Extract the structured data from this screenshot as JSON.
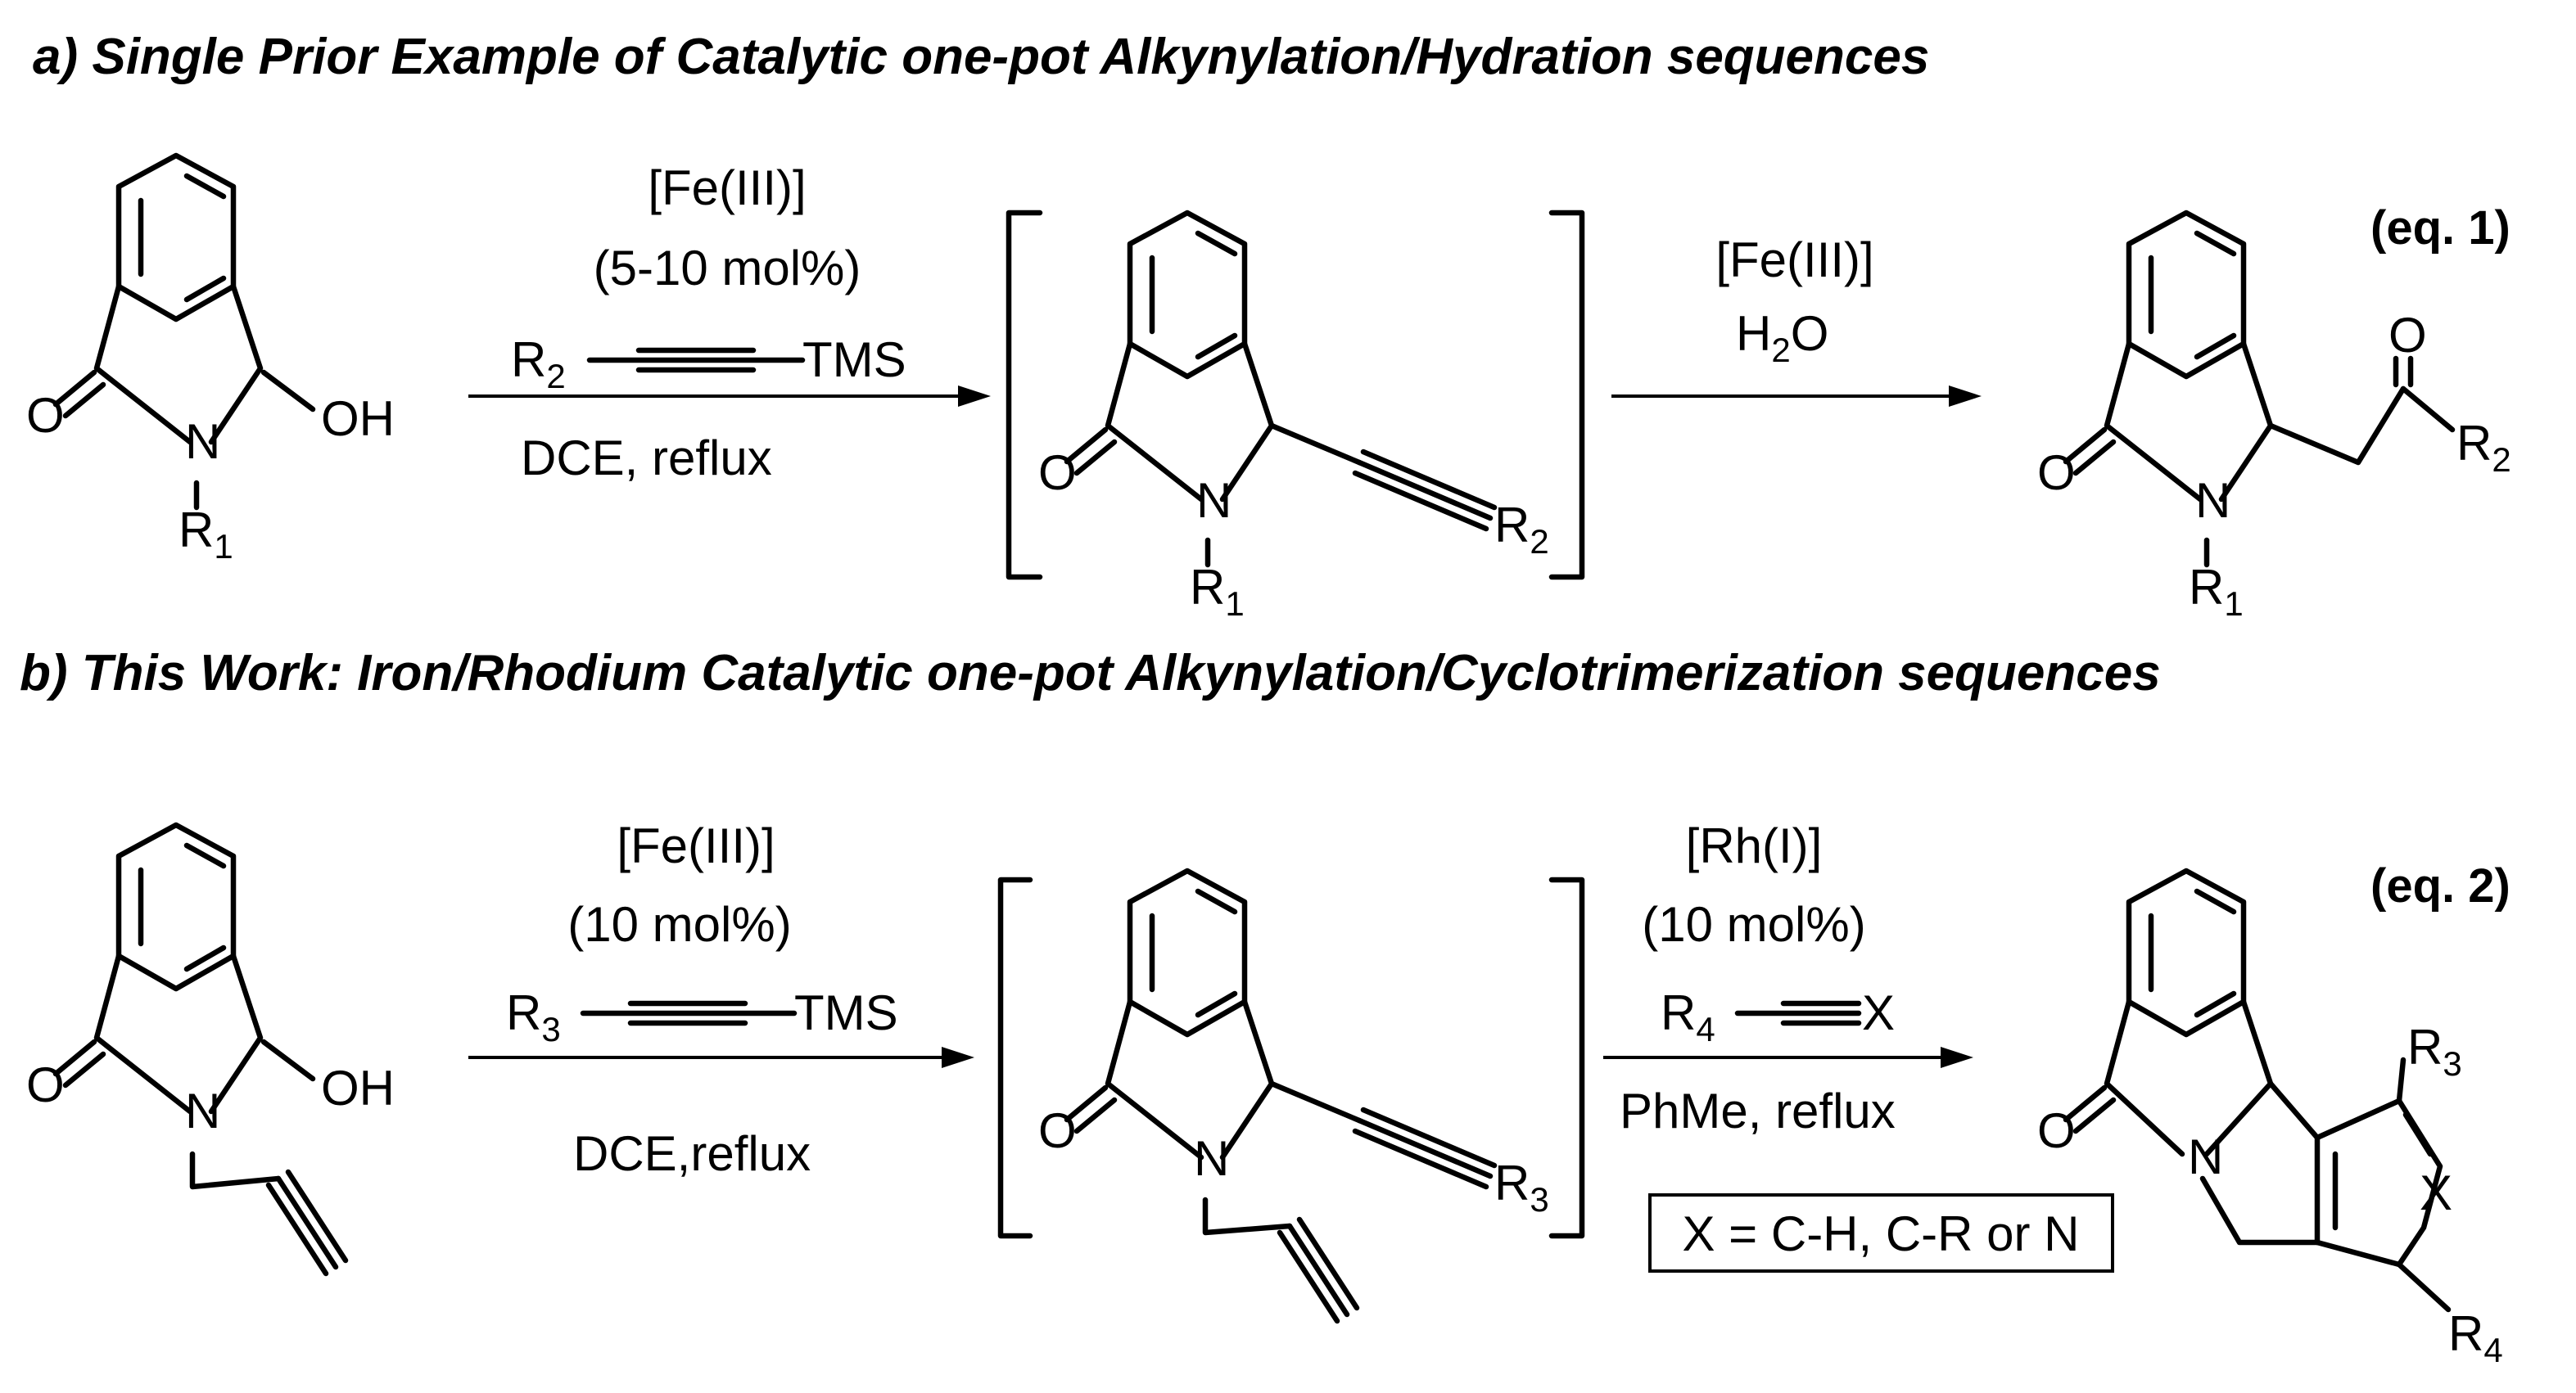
{
  "section_a": {
    "title": "a) Single Prior Example of Catalytic  one-pot Alkynylation/Hydration sequences",
    "eq_label": "(eq. 1)",
    "step1": {
      "catalyst": "[Fe(III)]",
      "loading": "(5-10 mol%)",
      "reagent_r": "R",
      "reagent_r_sub": "2",
      "reagent_tms": "TMS",
      "conditions": "DCE, reflux"
    },
    "step2": {
      "catalyst": "[Fe(III)]",
      "reagent_h": "H",
      "reagent_sub": "2",
      "reagent_o": "O"
    },
    "labels": {
      "o": "O",
      "n": "N",
      "oh": "OH",
      "r": "R",
      "r1_sub": "1",
      "r2_sub": "2"
    }
  },
  "section_b": {
    "title": "b) This Work: Iron/Rhodium Catalytic  one-pot Alkynylation/Cyclotrimerization sequences",
    "eq_label": "(eq. 2)",
    "step1": {
      "catalyst": "[Fe(III)]",
      "loading": "(10 mol%)",
      "reagent_r": "R",
      "reagent_r_sub": "3",
      "reagent_tms": "TMS",
      "conditions": "DCE,reflux"
    },
    "step2": {
      "catalyst": "[Rh(I)]",
      "loading": "(10 mol%)",
      "reagent_r": "R",
      "reagent_r_sub": "4",
      "reagent_x": "X",
      "conditions": "PhMe, reflux"
    },
    "box_note": "X = C-H, C-R or N",
    "labels": {
      "o": "O",
      "n": "N",
      "oh": "OH",
      "x": "X",
      "r": "R",
      "r3_sub": "3",
      "r4_sub": "4"
    }
  }
}
